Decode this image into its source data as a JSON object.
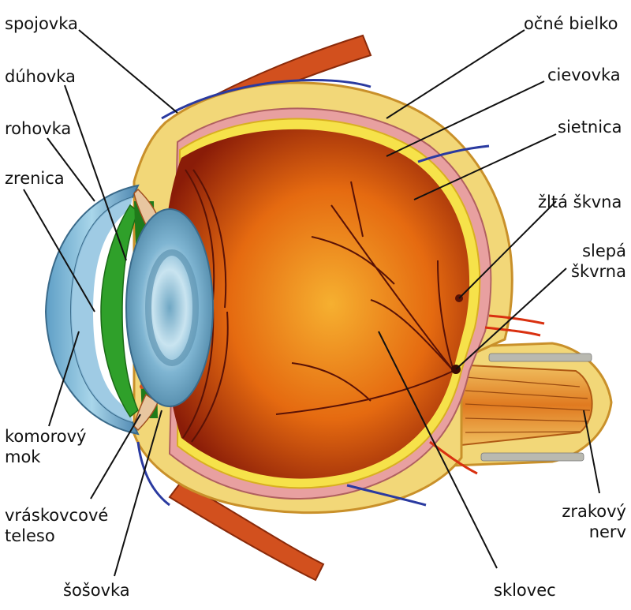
{
  "labels": {
    "spojovka": "spojovka",
    "duhovka": "dúhovka",
    "rohovka": "rohovka",
    "zrenica": "zrenica",
    "komorovy_1": "komorový",
    "komorovy_2": "mok",
    "vraskovcove_1": "vráskovcové",
    "vraskovcove_2": "teleso",
    "sosovka": "šošovka",
    "ocne_bielko": "očné bielko",
    "cievovka": "cievovka",
    "sietnica": "sietnica",
    "zlta_skvna": "žltá škvna",
    "slepa_1": "slepá",
    "slepa_2": "škvrna",
    "zrakovy_1": "zrakový",
    "zrakovy_2": "nerv",
    "sklovec": "sklovec"
  },
  "colors": {
    "sclera": "#f2d778",
    "sclera_edge": "#c9902a",
    "choroid": "#e8a0a0",
    "retina": "#f6e24a",
    "vitreous_center": "#f4a020",
    "vitreous_edge": "#8a1c08",
    "iris": "#2fa02a",
    "cornea": "#9fd0e6",
    "lens": "#8fc3dc",
    "muscle": "#d2501e",
    "vein": "#2a3aa0",
    "vessel": "#7a1a0a",
    "leader": "#111111"
  }
}
